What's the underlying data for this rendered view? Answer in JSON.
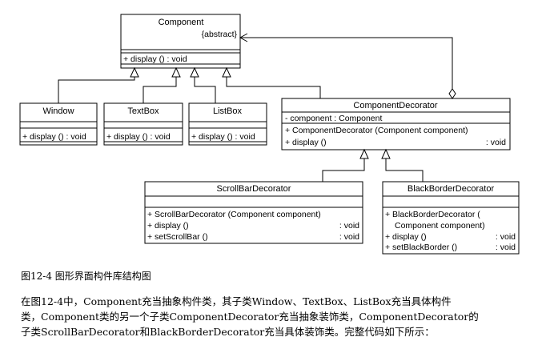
{
  "diagram": {
    "component": {
      "name": "Component",
      "stereotype": "{abstract}",
      "op": "+ display () : void"
    },
    "window": {
      "name": "Window",
      "op": "+ display () : void"
    },
    "textbox": {
      "name": "TextBox",
      "op": "+ display () : void"
    },
    "listbox": {
      "name": "ListBox",
      "op": "+ display () : void"
    },
    "decorator": {
      "name": "ComponentDecorator",
      "attr": "- component  : Component",
      "op1": "+ ComponentDecorator (Component component)",
      "op2_name": "+ display ()",
      "op2_type": ": void"
    },
    "scrollbar": {
      "name": "ScrollBarDecorator",
      "op1": "+ ScrollBarDecorator (Component component)",
      "op2_name": "+ display ()",
      "op2_type": ": void",
      "op3_name": "+ setScrollBar ()",
      "op3_type": ": void"
    },
    "blackborder": {
      "name": "BlackBorderDecorator",
      "op1a": "+ BlackBorderDecorator (",
      "op1b": "Component component)",
      "op2_name": "+ display ()",
      "op2_type": ": void",
      "op3_name": "+ setBlackBorder ()",
      "op3_type": ": void"
    }
  },
  "caption": "图12-4 图形界面构件库结构图",
  "body": {
    "line1": "在图12-4中，Component充当抽象构件类，其子类Window、TextBox、ListBox充当具体构件",
    "line2": "类，Component类的另一个子类ComponentDecorator充当抽象装饰类，ComponentDecorator的",
    "line3": "子类ScrollBarDecorator和BlackBorderDecorator充当具体装饰类。完整代码如下所示："
  }
}
